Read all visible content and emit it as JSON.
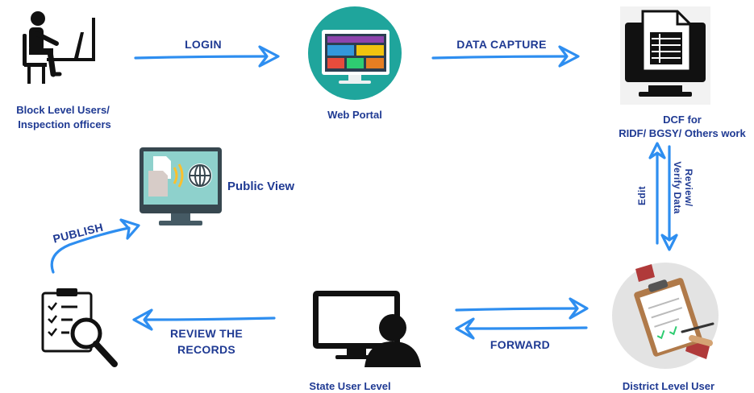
{
  "nodes": {
    "block_users": {
      "line1": "Block Level Users/",
      "line2": "Inspection officers"
    },
    "web_portal": {
      "label": "Web Portal"
    },
    "dcf": {
      "line1": "DCF for",
      "line2": "RIDF/ BGSY/ Others work"
    },
    "district_user": {
      "label": "District Level User"
    },
    "state_user": {
      "label": "State User Level"
    },
    "public_view": {
      "label": "Public View"
    }
  },
  "edges": {
    "login": "LOGIN",
    "data_capture": "DATA CAPTURE",
    "review_verify_line1": "Review/",
    "review_verify_line2": "Verify Data",
    "edit": "Edit",
    "forward": "FORWARD",
    "review_records_line1": "REVIEW THE",
    "review_records_line2": "RECORDS",
    "publish": "PUBLISH"
  },
  "colors": {
    "arrow": "#2e8ef0",
    "label_text": "#1f3a93",
    "portal_circle": "#1fa59c",
    "icon_dark": "#111111"
  }
}
